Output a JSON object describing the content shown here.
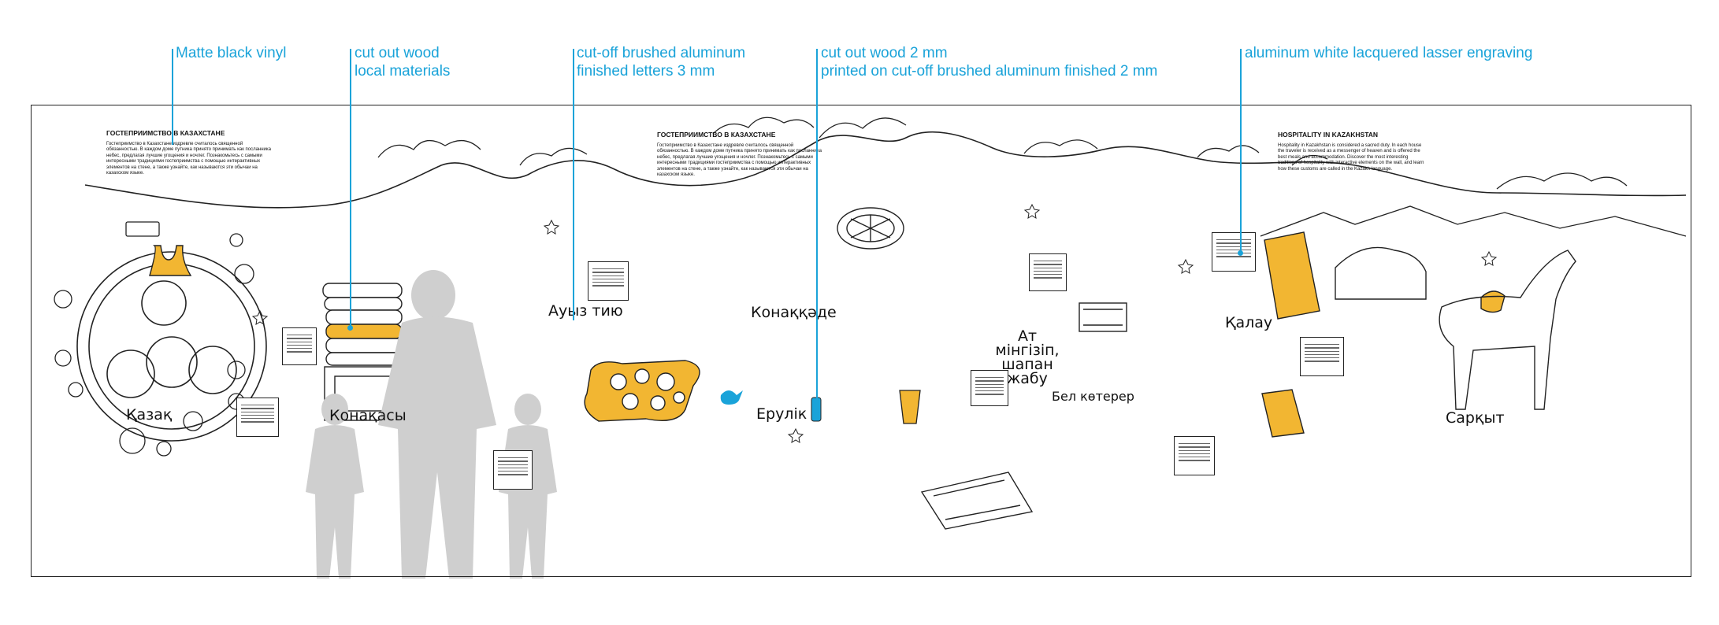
{
  "callouts": [
    {
      "line1": "Matte black vinyl",
      "line2": ""
    },
    {
      "line1": "cut out wood",
      "line2": "local materials"
    },
    {
      "line1": "cut-off brushed aluminum",
      "line2": "finished letters 3 mm"
    },
    {
      "line1": "cut out wood 2 mm",
      "line2": "printed on cut-off brushed aluminum finished 2 mm"
    },
    {
      "line1": "aluminum white lacquered lasser engraving",
      "line2": ""
    }
  ],
  "intro_panels": [
    {
      "heading": "ГОСТЕПРИИМСТВО В КАЗАХСТАНЕ",
      "body": "Гостеприимство в Казахстане издревле считалось священной обязанностью. В каждом доме путника принято принимать как посланника небес, предлагая лучшие угощения и ночлег. Познакомьтесь с самыми интересными традициями гостеприимства с помощью интерактивных элементов на стене, а также узнайте, как называются эти обычаи на казахском языке."
    },
    {
      "heading": "ГОСТЕПРИИМСТВО В КАЗАХСТАНЕ",
      "body": "Гостеприимство в Казахстане издревле считалось священной обязанностью. В каждом доме путника принято принимать как посланника небес, предлагая лучшие угощения и ночлег. Познакомьтесь с самыми интересными традициями гостеприимства с помощью интерактивных элементов на стене, а также узнайте, как называются эти обычаи на казахском языке."
    },
    {
      "heading": "HOSPITALITY IN KAZAKHSTAN",
      "body": "Hospitality in Kazakhstan is considered a sacred duty. In each house the traveler is received as a messenger of heaven and is offered the best meals and accommodation. Discover the most interesting traditions of hospitality with interactive elements on the wall, and learn how these customs are called in the Kazakh language."
    }
  ],
  "scene_labels": {
    "kazak": "Қазақ",
    "konakasy": "Конақасы",
    "auyz_tiyu": "Ауыз тию",
    "konakkade": "Конаққәде",
    "eruik": "Ерулік",
    "at_mingizip_line1": "Ат мінгізіп,",
    "at_mingizip_line2": "шапан",
    "at_mingizip_line3": "жабу",
    "bel_koterer": "Бел көтерер",
    "kalau": "Қалау",
    "sarkyt": "Сарқыт"
  },
  "colors": {
    "callout": "#1aa3d9",
    "accent_yellow": "#f2b632",
    "silhouette": "#cfcfcf",
    "line": "#222222"
  }
}
